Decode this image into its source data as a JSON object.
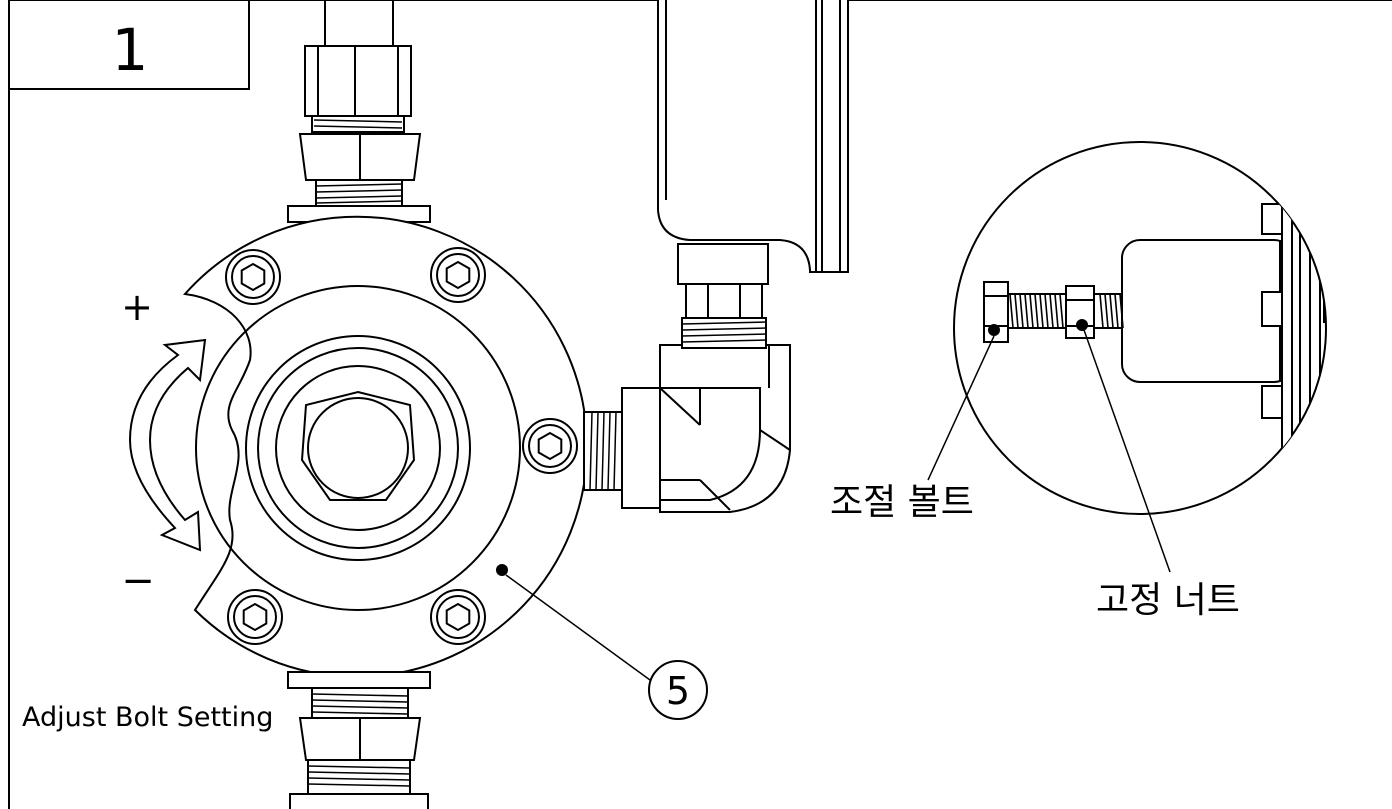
{
  "step": {
    "number": "1"
  },
  "rotation": {
    "plus": "+",
    "minus": "−"
  },
  "callout": {
    "part_number": "5"
  },
  "caption": {
    "adjust_bolt_setting": "Adjust Bolt Setting"
  },
  "detail": {
    "adjust_bolt_label": "조절 볼트",
    "lock_nut_label": "고정 너트"
  },
  "colors": {
    "line": "#000000",
    "background": "#ffffff"
  }
}
